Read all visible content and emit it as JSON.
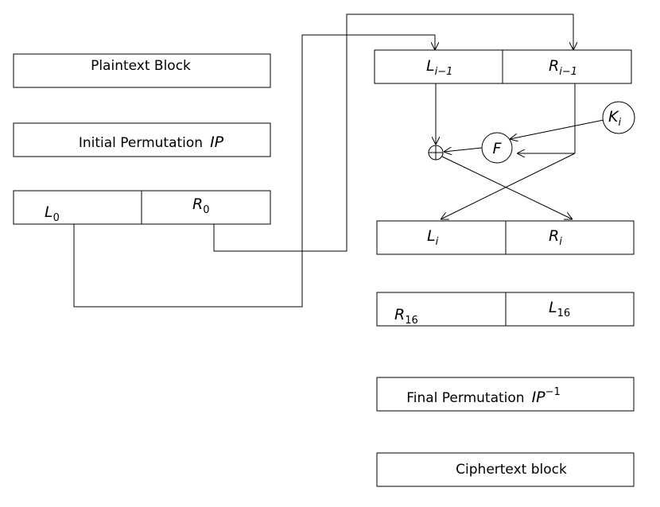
{
  "labels": {
    "plaintext": "Plaintext Block",
    "initial_permutation": "Initial Permutation",
    "final_permutation": "Final Permutation",
    "ciphertext": "Ciphertext block"
  },
  "symbols": {
    "ip": "IP",
    "ip_inv": "IP",
    "ip_inv_sup": "−1",
    "L": "L",
    "R": "R",
    "K": "K",
    "F": "F",
    "sub_0": "0",
    "sub_i_minus_1": "i−1",
    "sub_i": "i",
    "sub_16": "16"
  }
}
